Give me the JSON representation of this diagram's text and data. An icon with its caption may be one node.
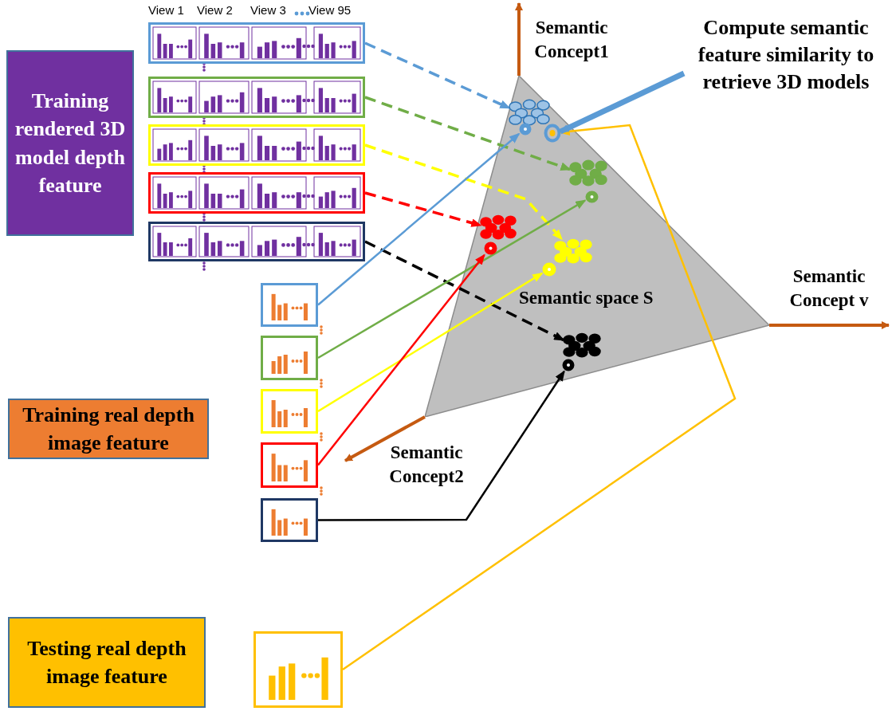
{
  "diagram": {
    "nodes": [
      {
        "text": [
          "Training rendered 3D model depth feature"
        ]
      },
      {
        "text": [
          "Training real depth image feature"
        ]
      },
      {
        "text": [
          "Testing real depth image feature"
        ]
      },
      {
        "text": [
          "Compute semantic feature similarity to retrieve 3D models"
        ]
      },
      {
        "text": [
          "Semantic space S"
        ]
      },
      {
        "text": [],
        "shape": "picture"
      },
      {
        "text": [],
        "shape": "picture"
      },
      {
        "text": [],
        "shape": "picture"
      },
      {
        "text": [],
        "shape": "picture"
      },
      {
        "text": [],
        "shape": "picture"
      },
      {
        "text": [],
        "shape": "picture"
      },
      {
        "text": [],
        "shape": "picture"
      },
      {
        "text": [],
        "shape": "picture"
      },
      {
        "text": [],
        "shape": "picture"
      },
      {
        "text": [],
        "shape": "picture"
      },
      {
        "text": [],
        "shape": "picture"
      },
      {
        "text": [],
        "shape": "circle",
        "in": 4
      },
      {
        "text": [],
        "shape": "circle",
        "in": 4
      },
      {
        "text": [],
        "shape": "circle",
        "in": 4
      },
      {
        "text": [],
        "shape": "circle",
        "in": 4
      },
      {
        "text": [],
        "shape": "circle",
        "in": 4
      },
      {
        "text": [],
        "shape": "circle",
        "in": 4
      },
      {
        "text": [],
        "shape": "circle",
        "in": 4
      },
      {
        "text": [],
        "shape": "circle",
        "in": 4
      },
      {
        "text": [],
        "shape": "circle",
        "in": 4
      },
      {
        "text": [],
        "shape": "circle",
        "in": 4
      },
      {
        "text": [],
        "shape": "circle",
        "in": 4
      }
    ],
    "edges": [
      {
        "from": 5,
        "to": 16,
        "arrow": "to",
        "style": "dashed",
        "color": "#5b9bd5"
      },
      {
        "from": 6,
        "to": 17,
        "arrow": "to",
        "style": "dashed",
        "color": "#70ad47"
      },
      {
        "from": 7,
        "to": 18,
        "arrow": "to",
        "style": "dashed",
        "color": "#ffff00"
      },
      {
        "from": 8,
        "to": 19,
        "arrow": "to",
        "style": "dashed",
        "color": "#ff0000"
      },
      {
        "from": 9,
        "to": 20,
        "arrow": "to",
        "style": "dashed",
        "color": "#000000"
      },
      {
        "from": 10,
        "to": 21,
        "arrow": "to",
        "color": "#5b9bd5"
      },
      {
        "from": 11,
        "to": 22,
        "arrow": "to",
        "color": "#70ad47"
      },
      {
        "from": 12,
        "to": 23,
        "arrow": "to",
        "color": "#ffff00"
      },
      {
        "from": 13,
        "to": 24,
        "arrow": "to",
        "color": "#ff0000"
      },
      {
        "from": 14,
        "to": 25,
        "arrow": "to",
        "color": "#000000"
      },
      {
        "from": 15,
        "to": 26,
        "arrow": "to",
        "color": "#ffc000"
      },
      {
        "from": 3,
        "to": 26,
        "arrow": "to",
        "style": "thick",
        "color": "#5b9bd5"
      }
    ],
    "labels": [
      "View 1",
      "View 2",
      "View 3",
      "View 95",
      "Semantic Concept1",
      "Semantic Concept v",
      "Semantic Concept2"
    ]
  }
}
